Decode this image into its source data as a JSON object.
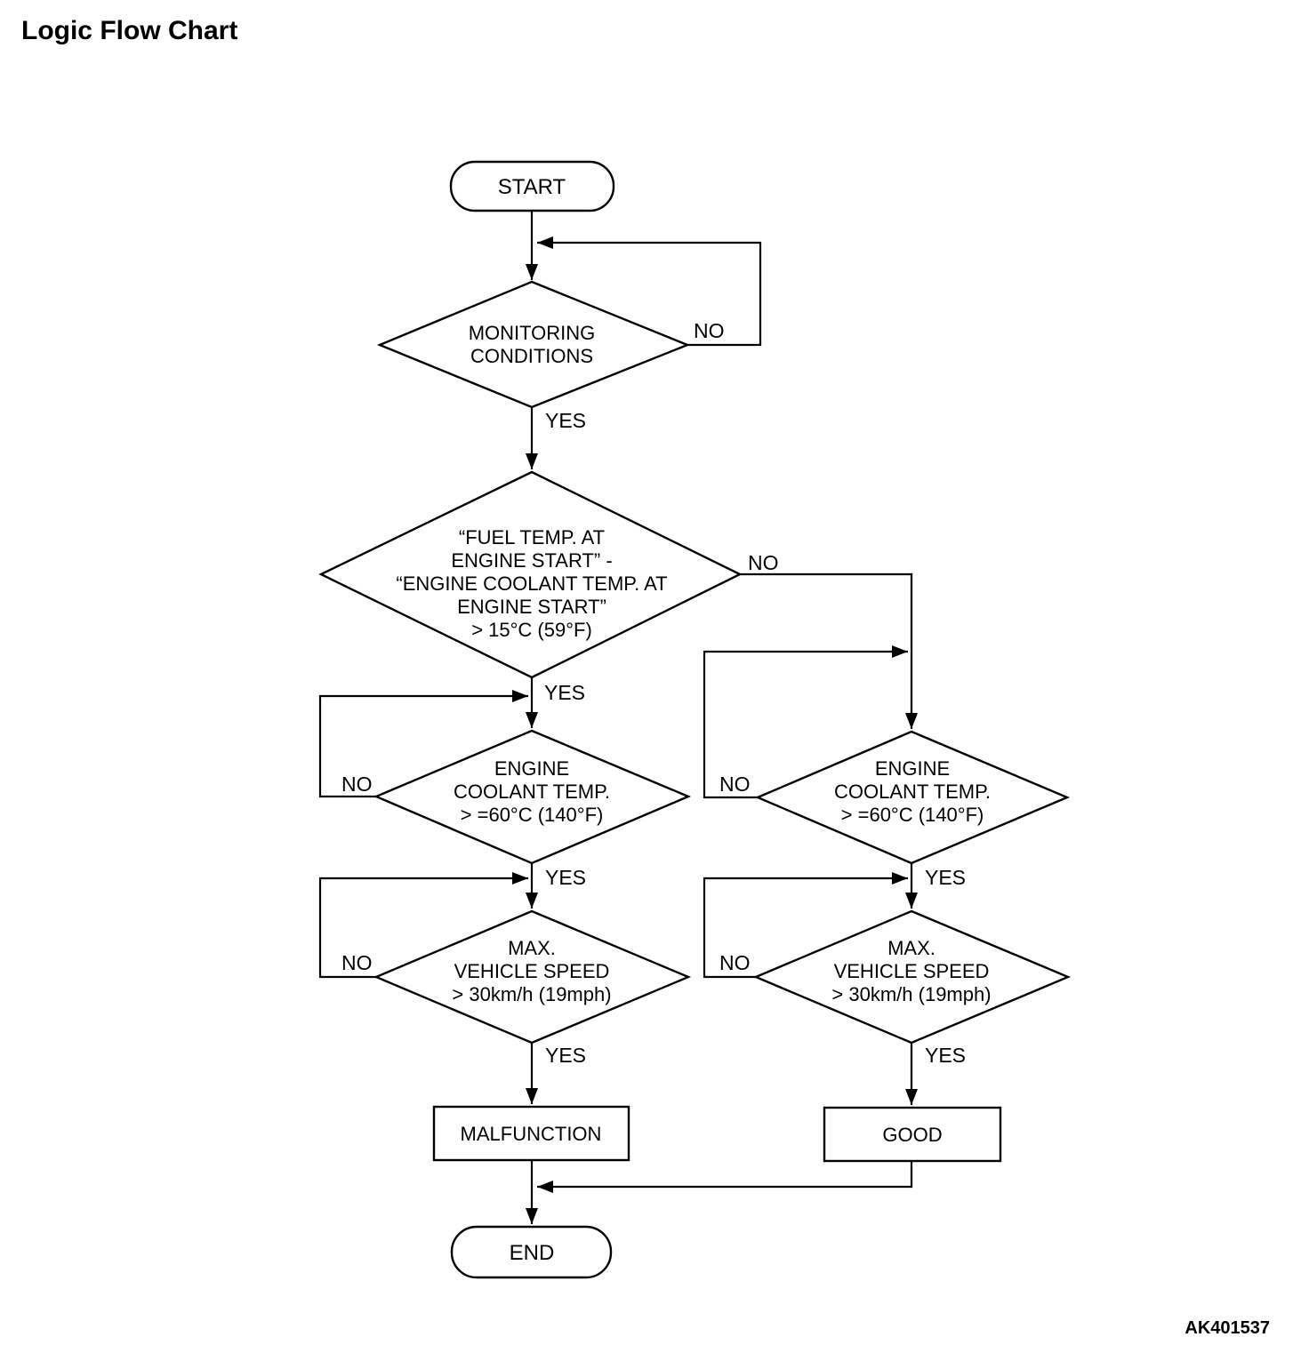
{
  "title": "Logic Flow Chart",
  "figure_code": "AK401537",
  "flowchart": {
    "yes": "YES",
    "no": "NO",
    "start_label": "START",
    "end_label": "END",
    "decisions": {
      "monitoring": [
        "MONITORING",
        "CONDITIONS"
      ],
      "fuel_temp_delta": [
        "“FUEL TEMP. AT",
        "ENGINE START” -",
        "“ENGINE COOLANT TEMP. AT",
        "ENGINE START”",
        "> 15°C (59°F)"
      ],
      "coolant_temp_left": [
        "ENGINE",
        "COOLANT TEMP.",
        "> =60°C (140°F)"
      ],
      "vehicle_speed_left": [
        "MAX.",
        "VEHICLE SPEED",
        "> 30km/h (19mph)"
      ],
      "coolant_temp_right": [
        "ENGINE",
        "COOLANT TEMP.",
        "> =60°C (140°F)"
      ],
      "vehicle_speed_right": [
        "MAX.",
        "VEHICLE SPEED",
        "> 30km/h (19mph)"
      ]
    },
    "results": {
      "malfunction": "MALFUNCTION",
      "good": "GOOD"
    }
  }
}
